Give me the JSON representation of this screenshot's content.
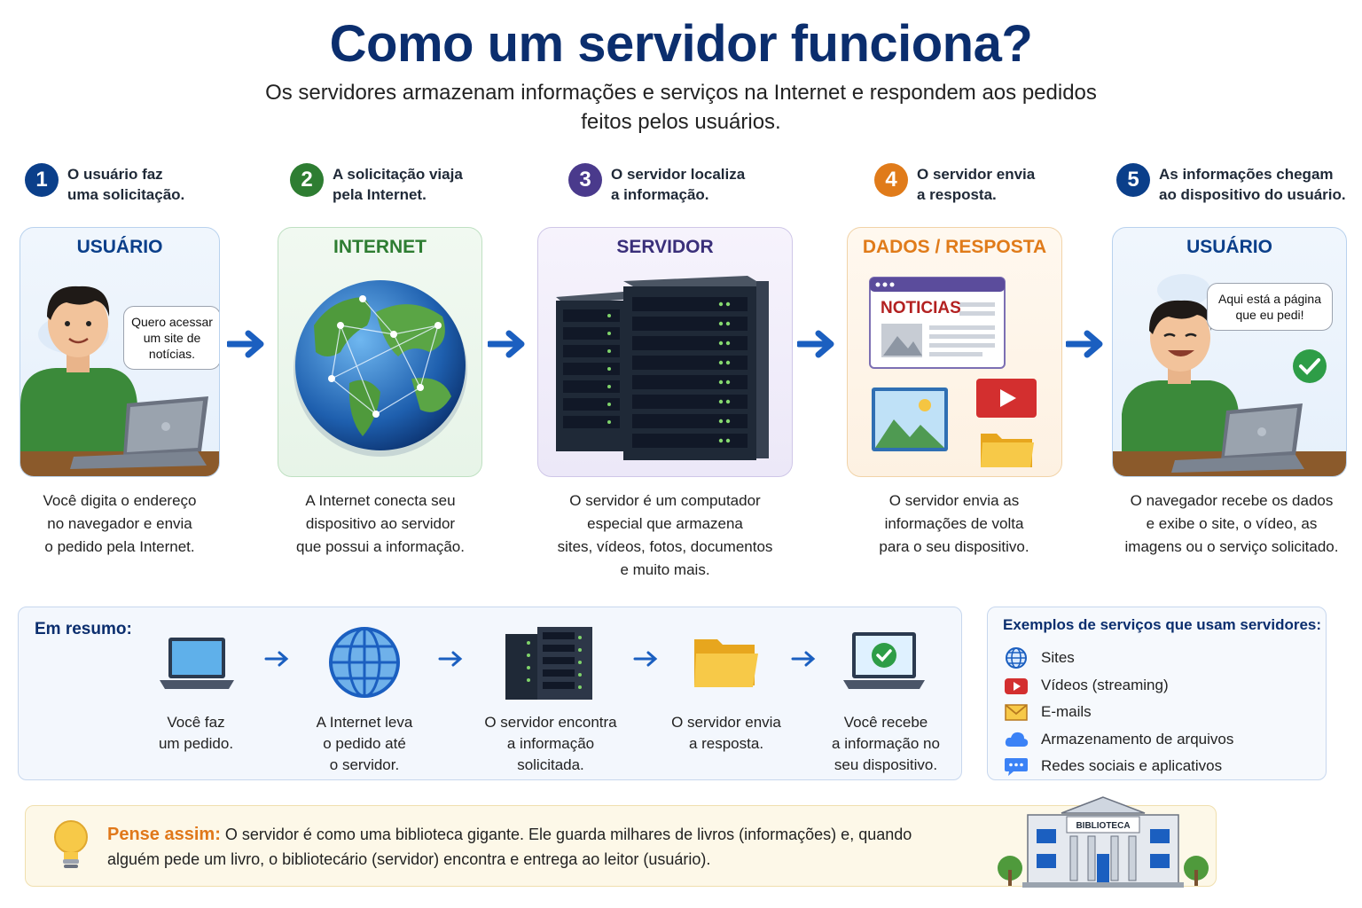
{
  "title": "Como um servidor funciona?",
  "subtitle": "Os servidores armazenam informações e serviços na Internet e respondem aos pedidos feitos pelos usuários.",
  "colors": {
    "title": "#0b2e6e",
    "step1": "#0b3f8a",
    "step2": "#2e7d32",
    "step3": "#4a3a8c",
    "step4": "#e07b1a",
    "step5": "#0b3f8a",
    "arrow": "#1b5fc0"
  },
  "steps": [
    {
      "number": "1",
      "line1": "O usuário faz",
      "line2": "uma solicitação."
    },
    {
      "number": "2",
      "line1": "A solicitação viaja",
      "line2": "pela Internet."
    },
    {
      "number": "3",
      "line1": "O servidor localiza",
      "line2": "a informação."
    },
    {
      "number": "4",
      "line1": "O servidor envia",
      "line2": "a resposta."
    },
    {
      "number": "5",
      "line1": "As informações chegam",
      "line2": "ao dispositivo do usuário."
    }
  ],
  "cards": [
    {
      "title": "USUÁRIO",
      "bubble_lines": [
        "Quero acessar",
        "um site de",
        "notícias."
      ]
    },
    {
      "title": "INTERNET"
    },
    {
      "title": "SERVIDOR"
    },
    {
      "title": "DADOS / RESPOSTA",
      "news_label": "NOTICIAS"
    },
    {
      "title": "USUÁRIO",
      "bubble_lines": [
        "Aqui está a página",
        "que eu pedi!"
      ]
    }
  ],
  "descriptions": [
    [
      "Você digita o endereço",
      "no navegador e envia",
      "o pedido pela Internet."
    ],
    [
      "A Internet conecta seu",
      "dispositivo ao servidor",
      "que possui a informação."
    ],
    [
      "O servidor é um computador",
      "especial que armazena",
      "sites, vídeos, fotos, documentos",
      "e muito mais."
    ],
    [
      "O servidor envia as",
      "informações de volta",
      "para o seu dispositivo."
    ],
    [
      "O navegador recebe os dados",
      "e exibe o site, o vídeo, as",
      "imagens ou o serviço solicitado."
    ]
  ],
  "summary": {
    "label": "Em resumo:",
    "items": [
      {
        "icon": "laptop-icon",
        "lines": [
          "Você faz",
          "um pedido."
        ]
      },
      {
        "icon": "globe-icon",
        "lines": [
          "A Internet leva",
          "o pedido até",
          "o servidor."
        ]
      },
      {
        "icon": "server-icon",
        "lines": [
          "O servidor encontra",
          "a informação",
          "solicitada."
        ]
      },
      {
        "icon": "folder-icon",
        "lines": [
          "O servidor envia",
          "a resposta."
        ]
      },
      {
        "icon": "laptop-check-icon",
        "lines": [
          "Você recebe",
          "a informação no",
          "seu dispositivo."
        ]
      }
    ]
  },
  "examples": {
    "title": "Exemplos de serviços que usam servidores:",
    "items": [
      {
        "icon": "globe-icon",
        "label": "Sites"
      },
      {
        "icon": "youtube-icon",
        "label": "Vídeos (streaming)"
      },
      {
        "icon": "envelope-icon",
        "label": "E-mails"
      },
      {
        "icon": "cloud-icon",
        "label": "Armazenamento de arquivos"
      },
      {
        "icon": "chat-icon",
        "label": "Redes sociais e aplicativos"
      }
    ]
  },
  "think": {
    "lead": "Pense assim:",
    "text": " O servidor é como uma biblioteca gigante. Ele guarda milhares de livros (informações) e, quando alguém pede um livro, o bibliotecário (servidor) encontra e entrega ao leitor (usuário).",
    "library_label": "BIBLIOTECA"
  }
}
